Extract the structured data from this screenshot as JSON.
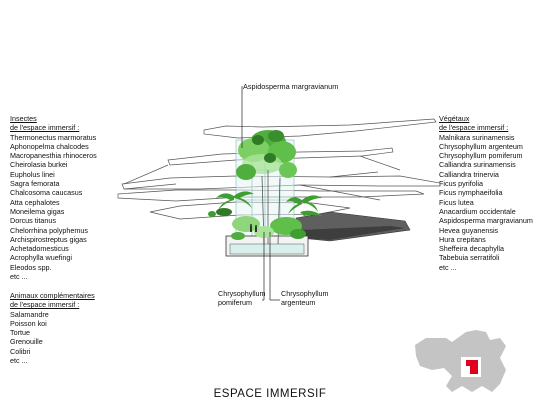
{
  "header_label": "Aspidosperma margravianum",
  "insects": {
    "title_lines": [
      "Insectes",
      "de l'espace immersif :"
    ],
    "items": [
      "Thermonectus marmoratus",
      "Aphonopelma chalcodes",
      "Macropanesthia rhinoceros",
      "Cheirolasia burkei",
      "Eupholus linei",
      "Sagra femorata",
      "Chalcosoma caucasus",
      "Atta cephalotes",
      "Moneilema gigas",
      "Dorcus titanus",
      "Chelorrhina polyphemus",
      "Archispirostreptus gigas",
      "Achetadomesticus",
      "Acrophylla wuefingi",
      "Eleodos spp.",
      "etc ..."
    ]
  },
  "animals": {
    "title_lines": [
      "Animaux complémentaires",
      "de l'espace immersif :"
    ],
    "items": [
      "Salamandre",
      "Poisson koi",
      "Tortue",
      "Grenouille",
      "Colibri",
      "etc ..."
    ]
  },
  "plants": {
    "title_lines": [
      "Végétaux",
      "de l'espace immersif :"
    ],
    "items": [
      "Malnikara surinamensis",
      "Chrysophyllum argenteum",
      "Chrysophyllum pomiferum",
      "Calliandra surinamensis",
      "Calliandra trinervia",
      "Ficus pyrifolia",
      "Ficus nymphaeifolia",
      "Ficus lutea",
      "Anacardium occidentale",
      "Aspidosperma margravianum",
      "Hevea guyanensis",
      "Hura crepitans",
      "Sheffeira decaphylla",
      "Tabebuia serratifoli",
      "etc ..."
    ]
  },
  "callouts": {
    "pomiferum": [
      "Chrysophyllum",
      "pomiferum"
    ],
    "argenteum": [
      "Chrysophyllum",
      "argenteum"
    ]
  },
  "title": "ESPACE IMMERSIF",
  "colors": {
    "foliage": "#5fbf4a",
    "foliage_light": "#a9e39a",
    "glass": "#9fd6d0",
    "highlight": "#e0001b",
    "plan_grey": "#c4c4c4"
  }
}
